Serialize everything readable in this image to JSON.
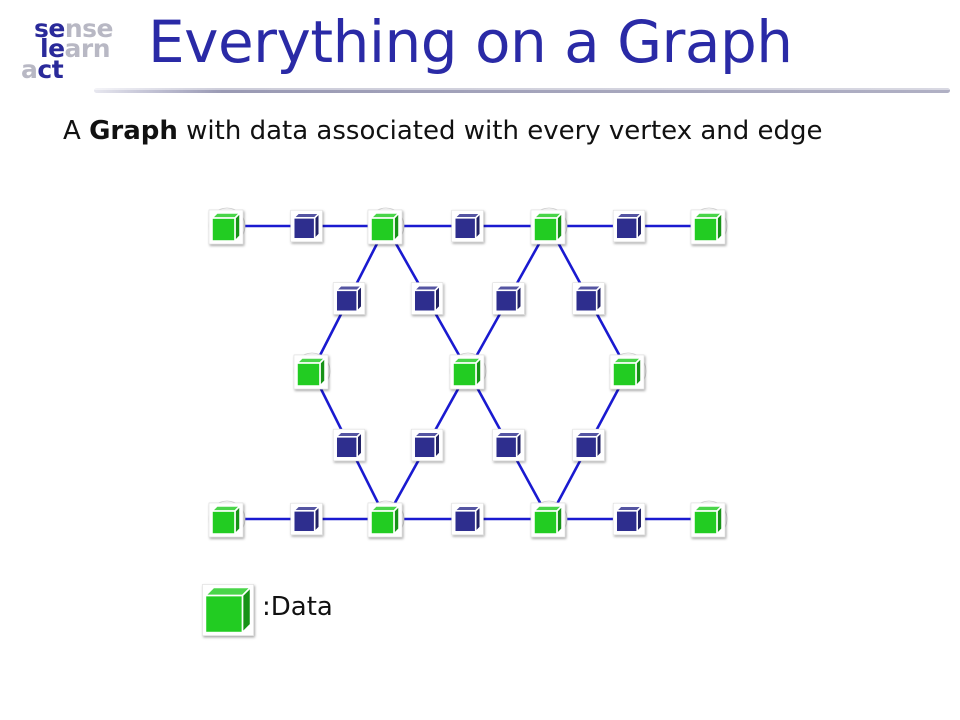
{
  "logo": {
    "line1": [
      "se",
      "nse"
    ],
    "line2": [
      "le",
      "arn"
    ],
    "line3": [
      "a",
      "ct"
    ],
    "dark_color": "#2a2a9a",
    "light_color": "#b8b8c4"
  },
  "title": "Everything on a Graph",
  "subtitle": {
    "prefix": "A ",
    "bold": "Graph",
    "suffix": " with data associated with every vertex and edge"
  },
  "colors": {
    "title": "#2a2aa6",
    "vertex_data": "#22cc22",
    "edge_data": "#2e2e8e",
    "edge_line": "#1a1ad0",
    "vertex_fill": "#3a3ab8"
  },
  "graph": {
    "vertices": [
      "v1",
      "v2",
      "v3",
      "v4",
      "v5",
      "v6",
      "v7",
      "v8",
      "v9",
      "v10",
      "v11",
      "v12",
      "v13"
    ],
    "edges": [
      [
        "v1",
        "v2"
      ],
      [
        "v2",
        "v3"
      ],
      [
        "v3",
        "v4"
      ],
      [
        "v2",
        "v5"
      ],
      [
        "v2",
        "v6"
      ],
      [
        "v3",
        "v6"
      ],
      [
        "v3",
        "v7"
      ],
      [
        "v5",
        "v8"
      ],
      [
        "v6",
        "v9"
      ],
      [
        "v6",
        "v10"
      ],
      [
        "v7",
        "v10"
      ],
      [
        "v8",
        "v9"
      ],
      [
        "v9",
        "v10"
      ],
      [
        "v10",
        "v11"
      ],
      [
        "v11",
        "v12"
      ],
      [
        "v12",
        "v13"
      ]
    ]
  },
  "legend": {
    "icon": "green-data-cube-icon",
    "label": ":Data"
  }
}
